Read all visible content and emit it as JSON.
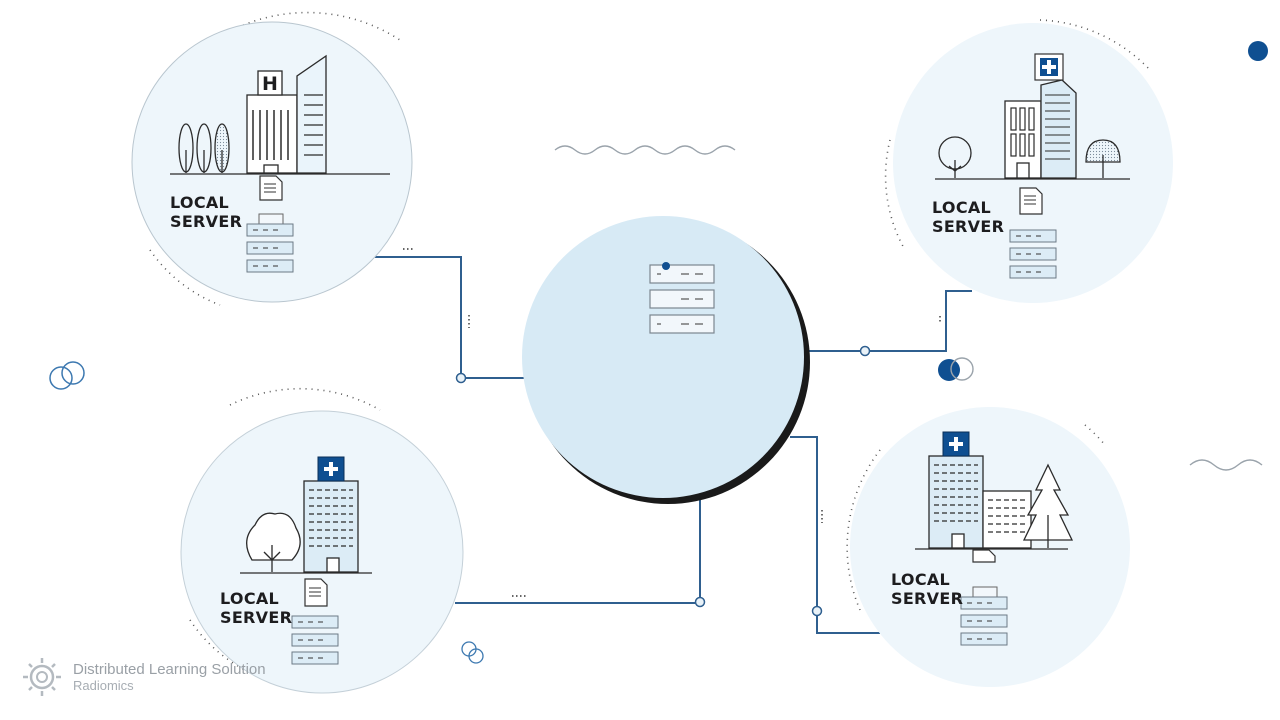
{
  "nodes": [
    {
      "id": "top-left",
      "label_line1": "LOCAL",
      "label_line2": "SERVER",
      "building": "hospital-h"
    },
    {
      "id": "top-right",
      "label_line1": "LOCAL",
      "label_line2": "SERVER",
      "building": "hospital-cross"
    },
    {
      "id": "bottom-left",
      "label_line1": "LOCAL",
      "label_line2": "SERVER",
      "building": "hospital-plus"
    },
    {
      "id": "bottom-right",
      "label_line1": "LOCAL",
      "label_line2": "SERVER",
      "building": "hospital-plus-annex"
    }
  ],
  "central_hub": {
    "icon": "server-stack-icon"
  },
  "brand": {
    "name": "Distributed Learning Solution",
    "subtitle": "Radiomics",
    "icon": "virus-gear-icon"
  },
  "colors": {
    "node_fill": "#eef6fb",
    "hub_fill": "#d7eaf5",
    "line": "#2f5f8f",
    "accent": "#0f4f91",
    "server_fill": "#dcecf6"
  }
}
